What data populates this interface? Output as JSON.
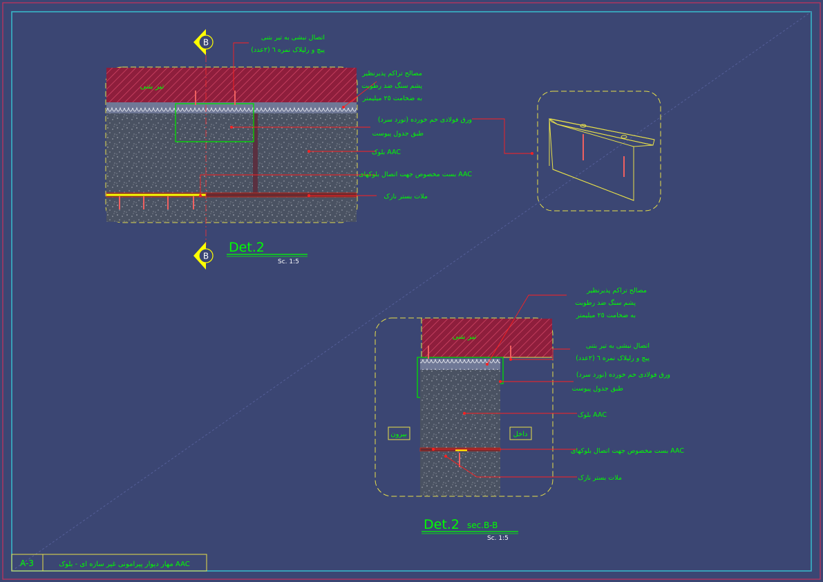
{
  "colors": {
    "background": "#3b4673",
    "frame": "#38b6c8",
    "annotation_text": "#00ff00",
    "leader_line": "#ff2020",
    "outline": "#e8e04a",
    "beam_hatch": "#b21e3c",
    "block_fill": "#4a5260",
    "bracket": "#00e000",
    "section_marker": "#ffff00"
  },
  "detail_plan": {
    "beam_label": "تیر بتنی",
    "title": "Det.2",
    "scale": "Sc. 1:5",
    "section_marker_letter": "B",
    "annotations": {
      "anchor_line1": "اتصال نبشی به تیر بتنی",
      "anchor_line2": "پیچ و رلپلاک نمره ٦ (٢عدد)",
      "insulation_line1": "مصالح تراکم پذیرنظیر",
      "insulation_line2": "پشم سنگ ضد رطوبت",
      "insulation_line3": "به ضخامت ٢٥ میلیمتر",
      "angle_line1": "ورق فولادی خم خورده (نورد سرد)",
      "angle_line2": "طبق جدول پیوست",
      "block": "بلوک AAC",
      "tie": "بست مخصوص جهت اتصال بلوکهای AAC",
      "mortar": "ملات بستر نازک"
    }
  },
  "detail_section": {
    "beam_label": "تیر بتنی",
    "outside_label": "بیرون",
    "inside_label": "داخل",
    "title": "Det.2",
    "title_suffix": "sec.B-B",
    "scale": "Sc. 1:5",
    "annotations": {
      "insulation_line1": "مصالح تراکم پذیرنظیر",
      "insulation_line2": "پشم سنگ ضد رطوبت",
      "insulation_line3": "به ضخامت ٢٥ میلیمتر",
      "anchor_line1": "اتصال نبشی به تیر بتنی",
      "anchor_line2": "پیچ و رلپلاک نمره ٦ (٢عدد)",
      "angle_line1": "ورق فولادی خم خورده (نورد سرد)",
      "angle_line2": "طبق جدول پیوست",
      "block": "بلوک AAC",
      "tie": "بست مخصوص جهت اتصال بلوکهای AAC",
      "mortar": "ملات بستر نازک"
    }
  },
  "title_block": {
    "sheet_code": "A-3",
    "sheet_title": "مهار دیوار پیرامونی غیر سازه ای - بلوک AAC"
  }
}
